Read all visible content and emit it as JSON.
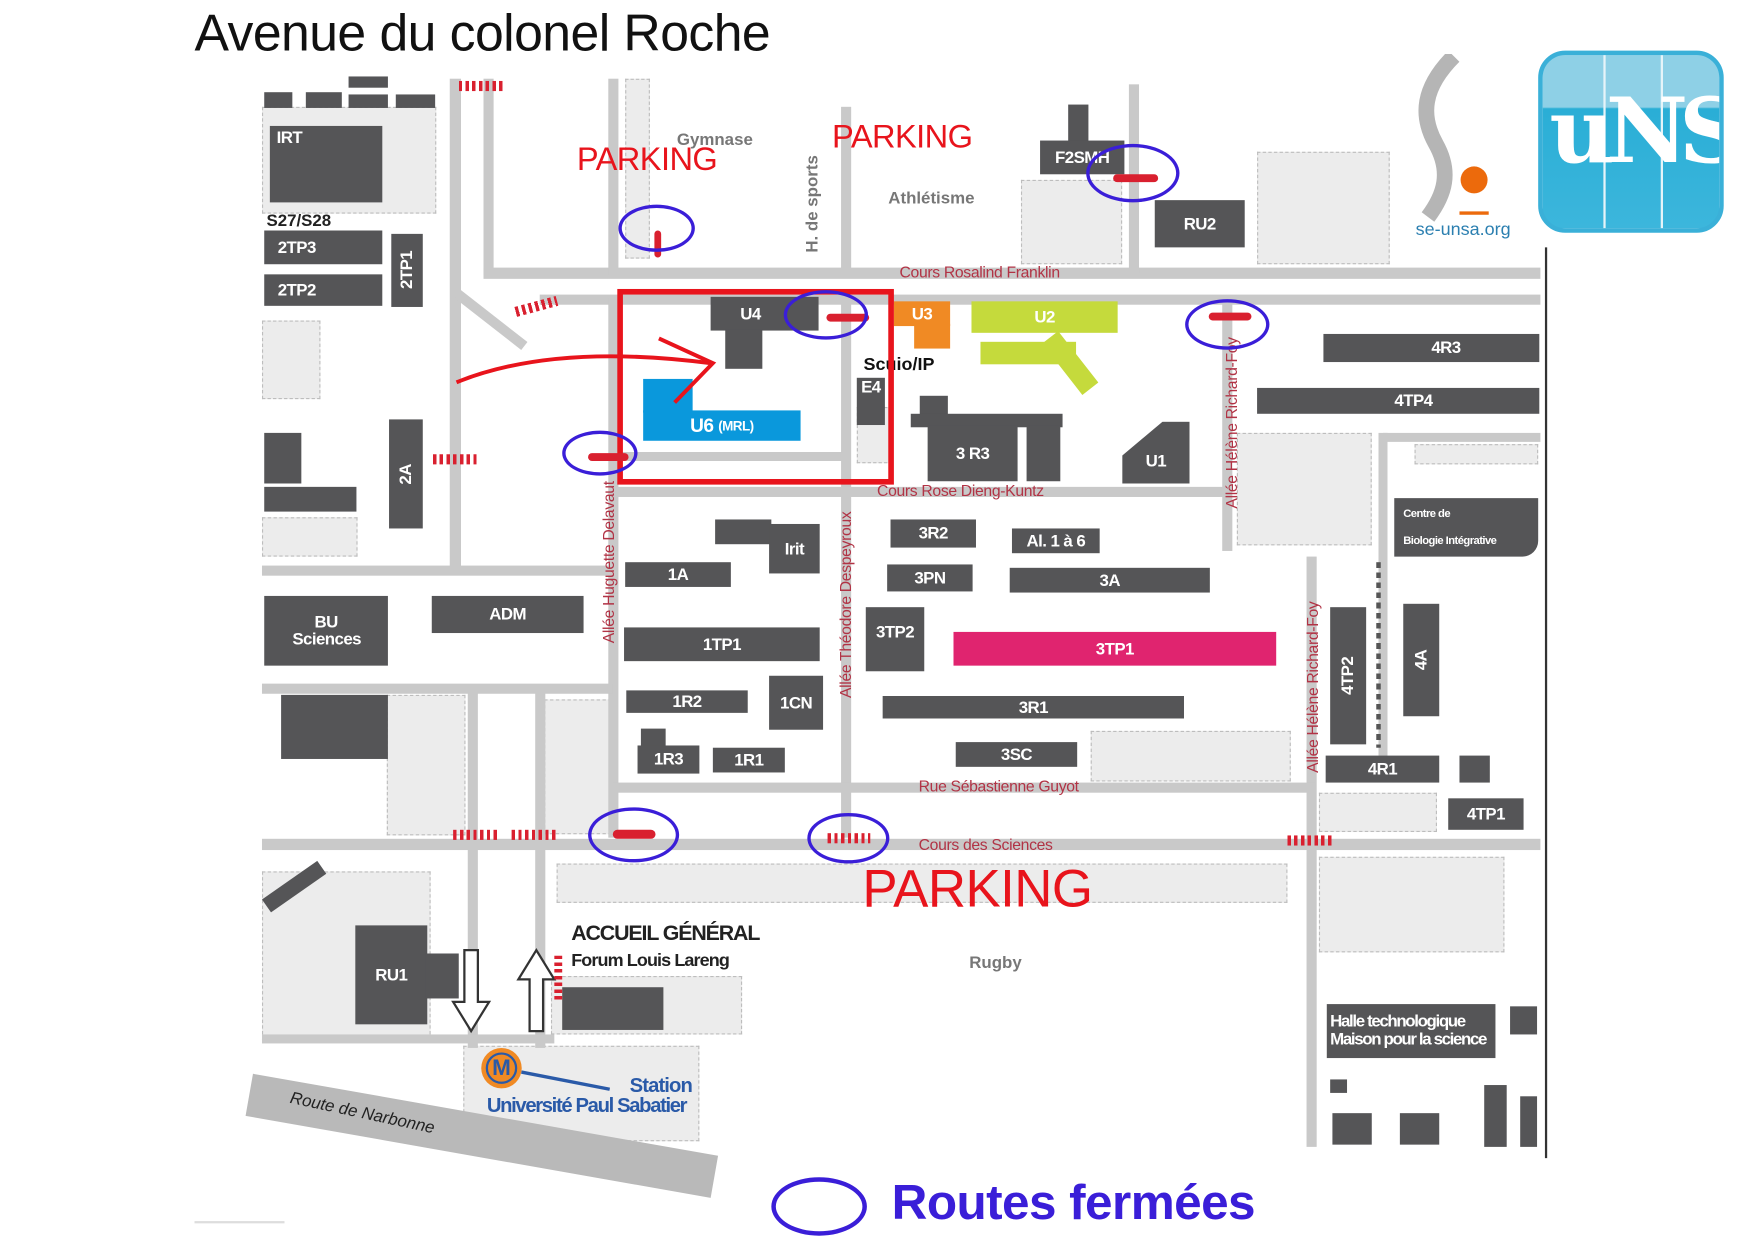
{
  "title": "Avenue du colonel Roche",
  "parking": [
    "PARKING",
    "PARKING",
    "PARKING"
  ],
  "streets": {
    "rosalind": "Cours Rosalind Franklin",
    "rose": "Cours Rose Dieng-Kuntz",
    "guyot": "Rue Sébastienne Guyot",
    "sciences": "Cours des Sciences",
    "delavaut": "Allée Huguette Delavaut",
    "despeyroux": "Allée Théodore Despeyroux",
    "richard_foy_1": "Allée Hélène Richard-Foy",
    "richard_foy_2": "Allée Hélène Richard-Foy",
    "narbonne": "Route de Narbonne"
  },
  "places": {
    "gymnase": "Gymnase",
    "h_sports": "H. de sports",
    "athletisme": "Athlétisme",
    "rugby": "Rugby",
    "scuio": "Scuio/IP",
    "s27": "S27/S28",
    "accueil": "ACCUEIL GÉNÉRAL",
    "forum": "Forum Louis Lareng",
    "station": "Station",
    "station_name": "Université Paul Sabatier",
    "metro": "M",
    "centre1": "Centre de",
    "centre2": "Biologie Intégrative",
    "halle1": "Halle technologique",
    "halle2": "Maison pour la science"
  },
  "buildings": {
    "irt": "IRT",
    "tp3_2": "2TP3",
    "tp2_2": "2TP2",
    "tp1_2": "2TP1",
    "a2": "2A",
    "bu": "BU Sciences",
    "adm": "ADM",
    "ru1": "RU1",
    "f2smh": "F2SMH",
    "ru2": "RU2",
    "u4": "U4",
    "u3": "U3",
    "u2": "U2",
    "u6": "U6",
    "u6_sub": "(MRL)",
    "e4": "E4",
    "r3_3": "3 R3",
    "u1": "U1",
    "r3_4": "4R3",
    "tp4_4": "4TP4",
    "r2_3": "3R2",
    "al": "Al. 1 à 6",
    "irit": "Irit",
    "a1": "1A",
    "pn3": "3PN",
    "a3": "3A",
    "tp1_1": "1TP1",
    "tp2_3": "3TP2",
    "tp1_3": "3TP1",
    "r2_1": "1R2",
    "cn1": "1CN",
    "r1_3": "3R1",
    "tp2_4": "4TP2",
    "a4": "4A",
    "r3_1": "1R3",
    "r1_1": "1R1",
    "sc3": "3SC",
    "r1_4": "4R1",
    "tp1_4": "4TP1"
  },
  "legend": {
    "label": "Routes fermées"
  },
  "logos": {
    "se_unsa": "se-unsa.org",
    "unsa": "uNSa"
  },
  "colors": {
    "closed": "#3a1ed8",
    "parking": "#e8141c",
    "u3": "#f08a24",
    "u2": "#c5da3c",
    "u6": "#0a98dc",
    "tp1_3": "#e0246f"
  }
}
